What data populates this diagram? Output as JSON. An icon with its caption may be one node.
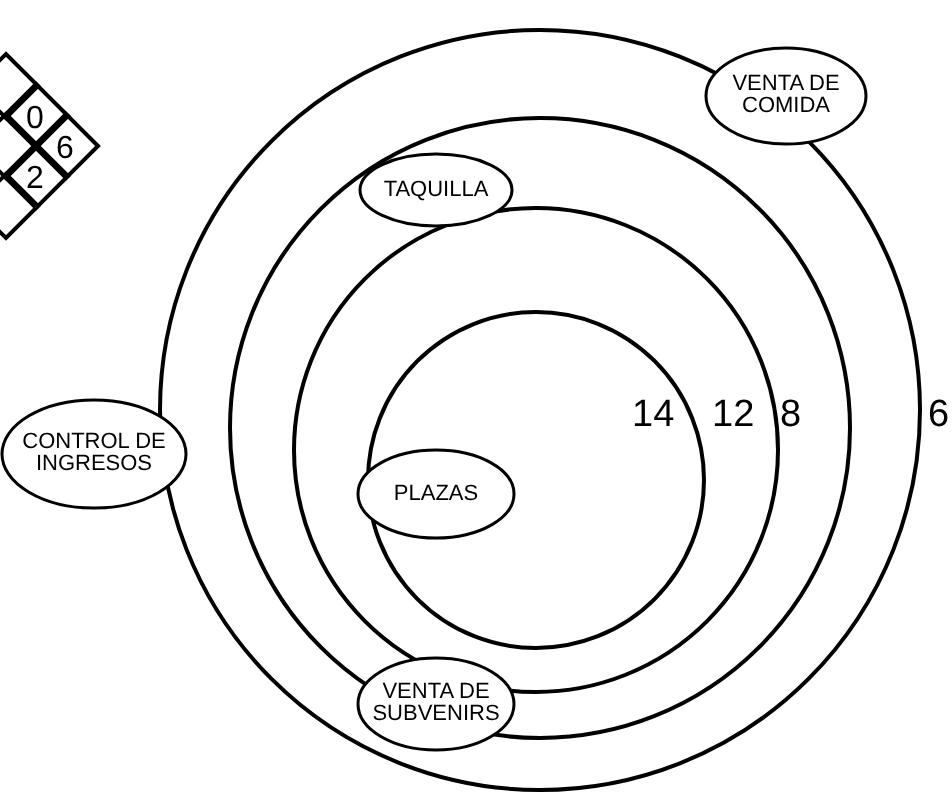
{
  "diagram": {
    "nodes": [
      {
        "text": [
          "TAQUILLA"
        ]
      },
      {
        "text": [
          "VENTA DE COMIDA"
        ]
      },
      {
        "text": [
          "CONTROL DE INGRESOS"
        ]
      },
      {
        "text": [
          "PLAZAS"
        ]
      },
      {
        "text": [
          "VENTA DE SUBVENIRS"
        ]
      }
    ],
    "labels": [
      "0",
      "6",
      "2",
      "14",
      "12",
      "8",
      "6"
    ]
  }
}
